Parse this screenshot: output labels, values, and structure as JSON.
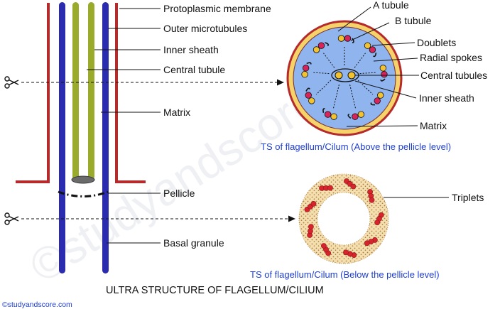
{
  "labels": {
    "protoplasmic_membrane": "Protoplasmic membrane",
    "outer_microtubules": "Outer microtubules",
    "inner_sheath": "Inner sheath",
    "central_tubule": "Central tubule",
    "matrix": "Matrix",
    "pellicle": "Pellicle",
    "basal_granule": "Basal granule",
    "a_tubule": "A tubule",
    "b_tubule": "B tubule",
    "doublets": "Doublets",
    "radial_spokes": "Radial spokes",
    "central_tubules": "Central tubules",
    "ts_inner_sheath": "Inner sheath",
    "ts_matrix": "Matrix",
    "triplets": "Triplets"
  },
  "captions": {
    "above": "TS of flagellum/Cilum (Above the pellicle level)",
    "below": "TS of flagellum/Cilum (Below the pellicle level)"
  },
  "title": "ULTRA STRUCTURE OF FLAGELLUM/CILIUM",
  "copyright": "©studyandscore.com",
  "watermark": "©studyandscore",
  "colors": {
    "membrane": "#b52a2a",
    "outer_tubule": "#2b2bb0",
    "inner_tubule": "#9aaa2a",
    "matrix_fill": "#8fb4ee",
    "ring_fill": "#f3dfb0",
    "doublet_a": "#d8245a",
    "doublet_b": "#f2c230",
    "triplet": "#d8242c",
    "caption": "#1f3fd1"
  },
  "icons": [
    "scissors-icon",
    "scissors-icon"
  ]
}
